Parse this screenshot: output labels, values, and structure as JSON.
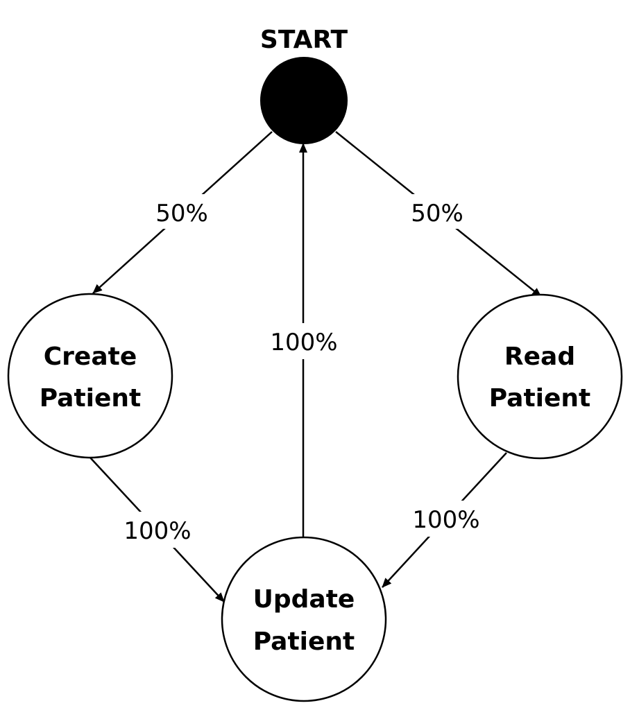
{
  "diagram": {
    "start": {
      "label": "START",
      "fill": "#000000"
    },
    "nodes": {
      "create": {
        "line1": "Create",
        "line2": "Patient"
      },
      "read": {
        "line1": "Read",
        "line2": "Patient"
      },
      "update": {
        "line1": "Update",
        "line2": "Patient"
      }
    },
    "edges": {
      "start_to_create": {
        "label": "50%"
      },
      "start_to_read": {
        "label": "50%"
      },
      "update_to_start": {
        "label": "100%"
      },
      "create_to_update": {
        "label": "100%"
      },
      "read_to_update": {
        "label": "100%"
      }
    }
  }
}
